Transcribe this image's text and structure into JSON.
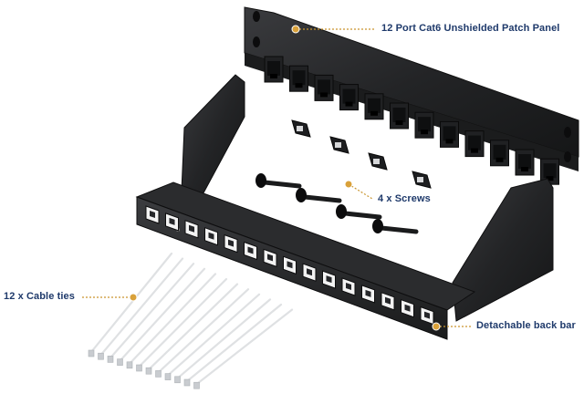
{
  "labels": {
    "panel": "12 Port Cat6 Unshielded Patch Panel",
    "screws": "4 x Screws",
    "cable_ties": "12 x Cable ties",
    "back_bar": "Detachable back bar"
  },
  "counts": {
    "ports": 12,
    "screws": 4,
    "cage_nuts": 4,
    "cable_ties": 12,
    "bar_slots": 15
  },
  "colors": {
    "label_text": "#1f3a6b",
    "callout_dot": "#d9a13a",
    "callout_line": "#c9952f",
    "metal_dark": "#2a2b2d",
    "metal_edge": "#121314",
    "port": "#0e0f10",
    "cable_tie": "#dfe1e3"
  }
}
